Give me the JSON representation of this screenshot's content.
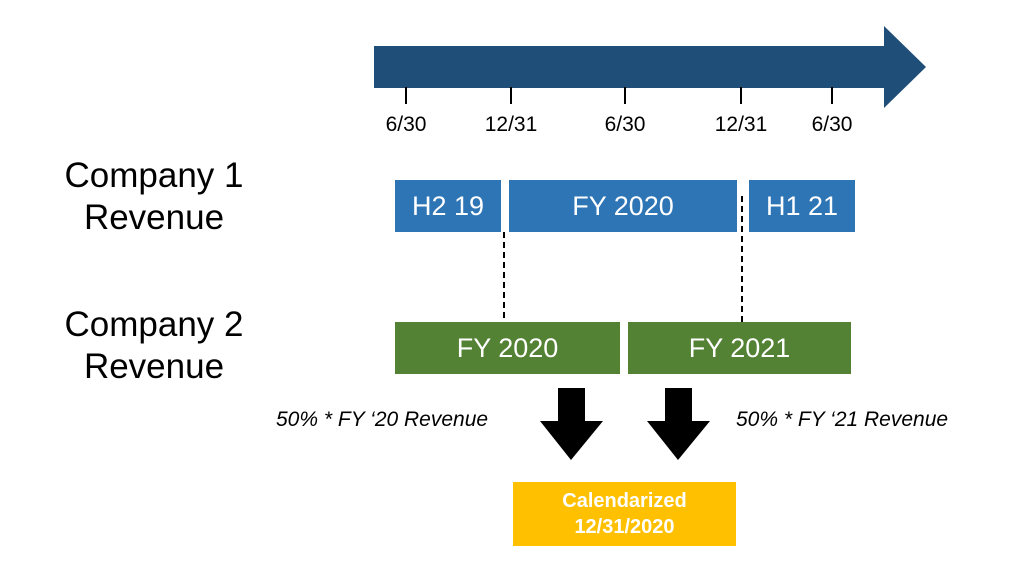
{
  "timeline": {
    "color": "#1f4e79",
    "ticks": [
      "6/30",
      "12/31",
      "6/30",
      "12/31",
      "6/30"
    ]
  },
  "company1": {
    "label_line1": "Company 1",
    "label_line2": "Revenue",
    "color": "#2e75b6",
    "bars": [
      "H2 19",
      "FY 2020",
      "H1 21"
    ]
  },
  "company2": {
    "label_line1": "Company 2",
    "label_line2": "Revenue",
    "color": "#548235",
    "bars": [
      "FY 2020",
      "FY 2021"
    ]
  },
  "annotations": {
    "left": "50% * FY ‘20 Revenue",
    "right": "50% * FY ‘21 Revenue"
  },
  "result": {
    "line1": "Calendarized",
    "line2": "12/31/2020",
    "color": "#ffc000"
  }
}
